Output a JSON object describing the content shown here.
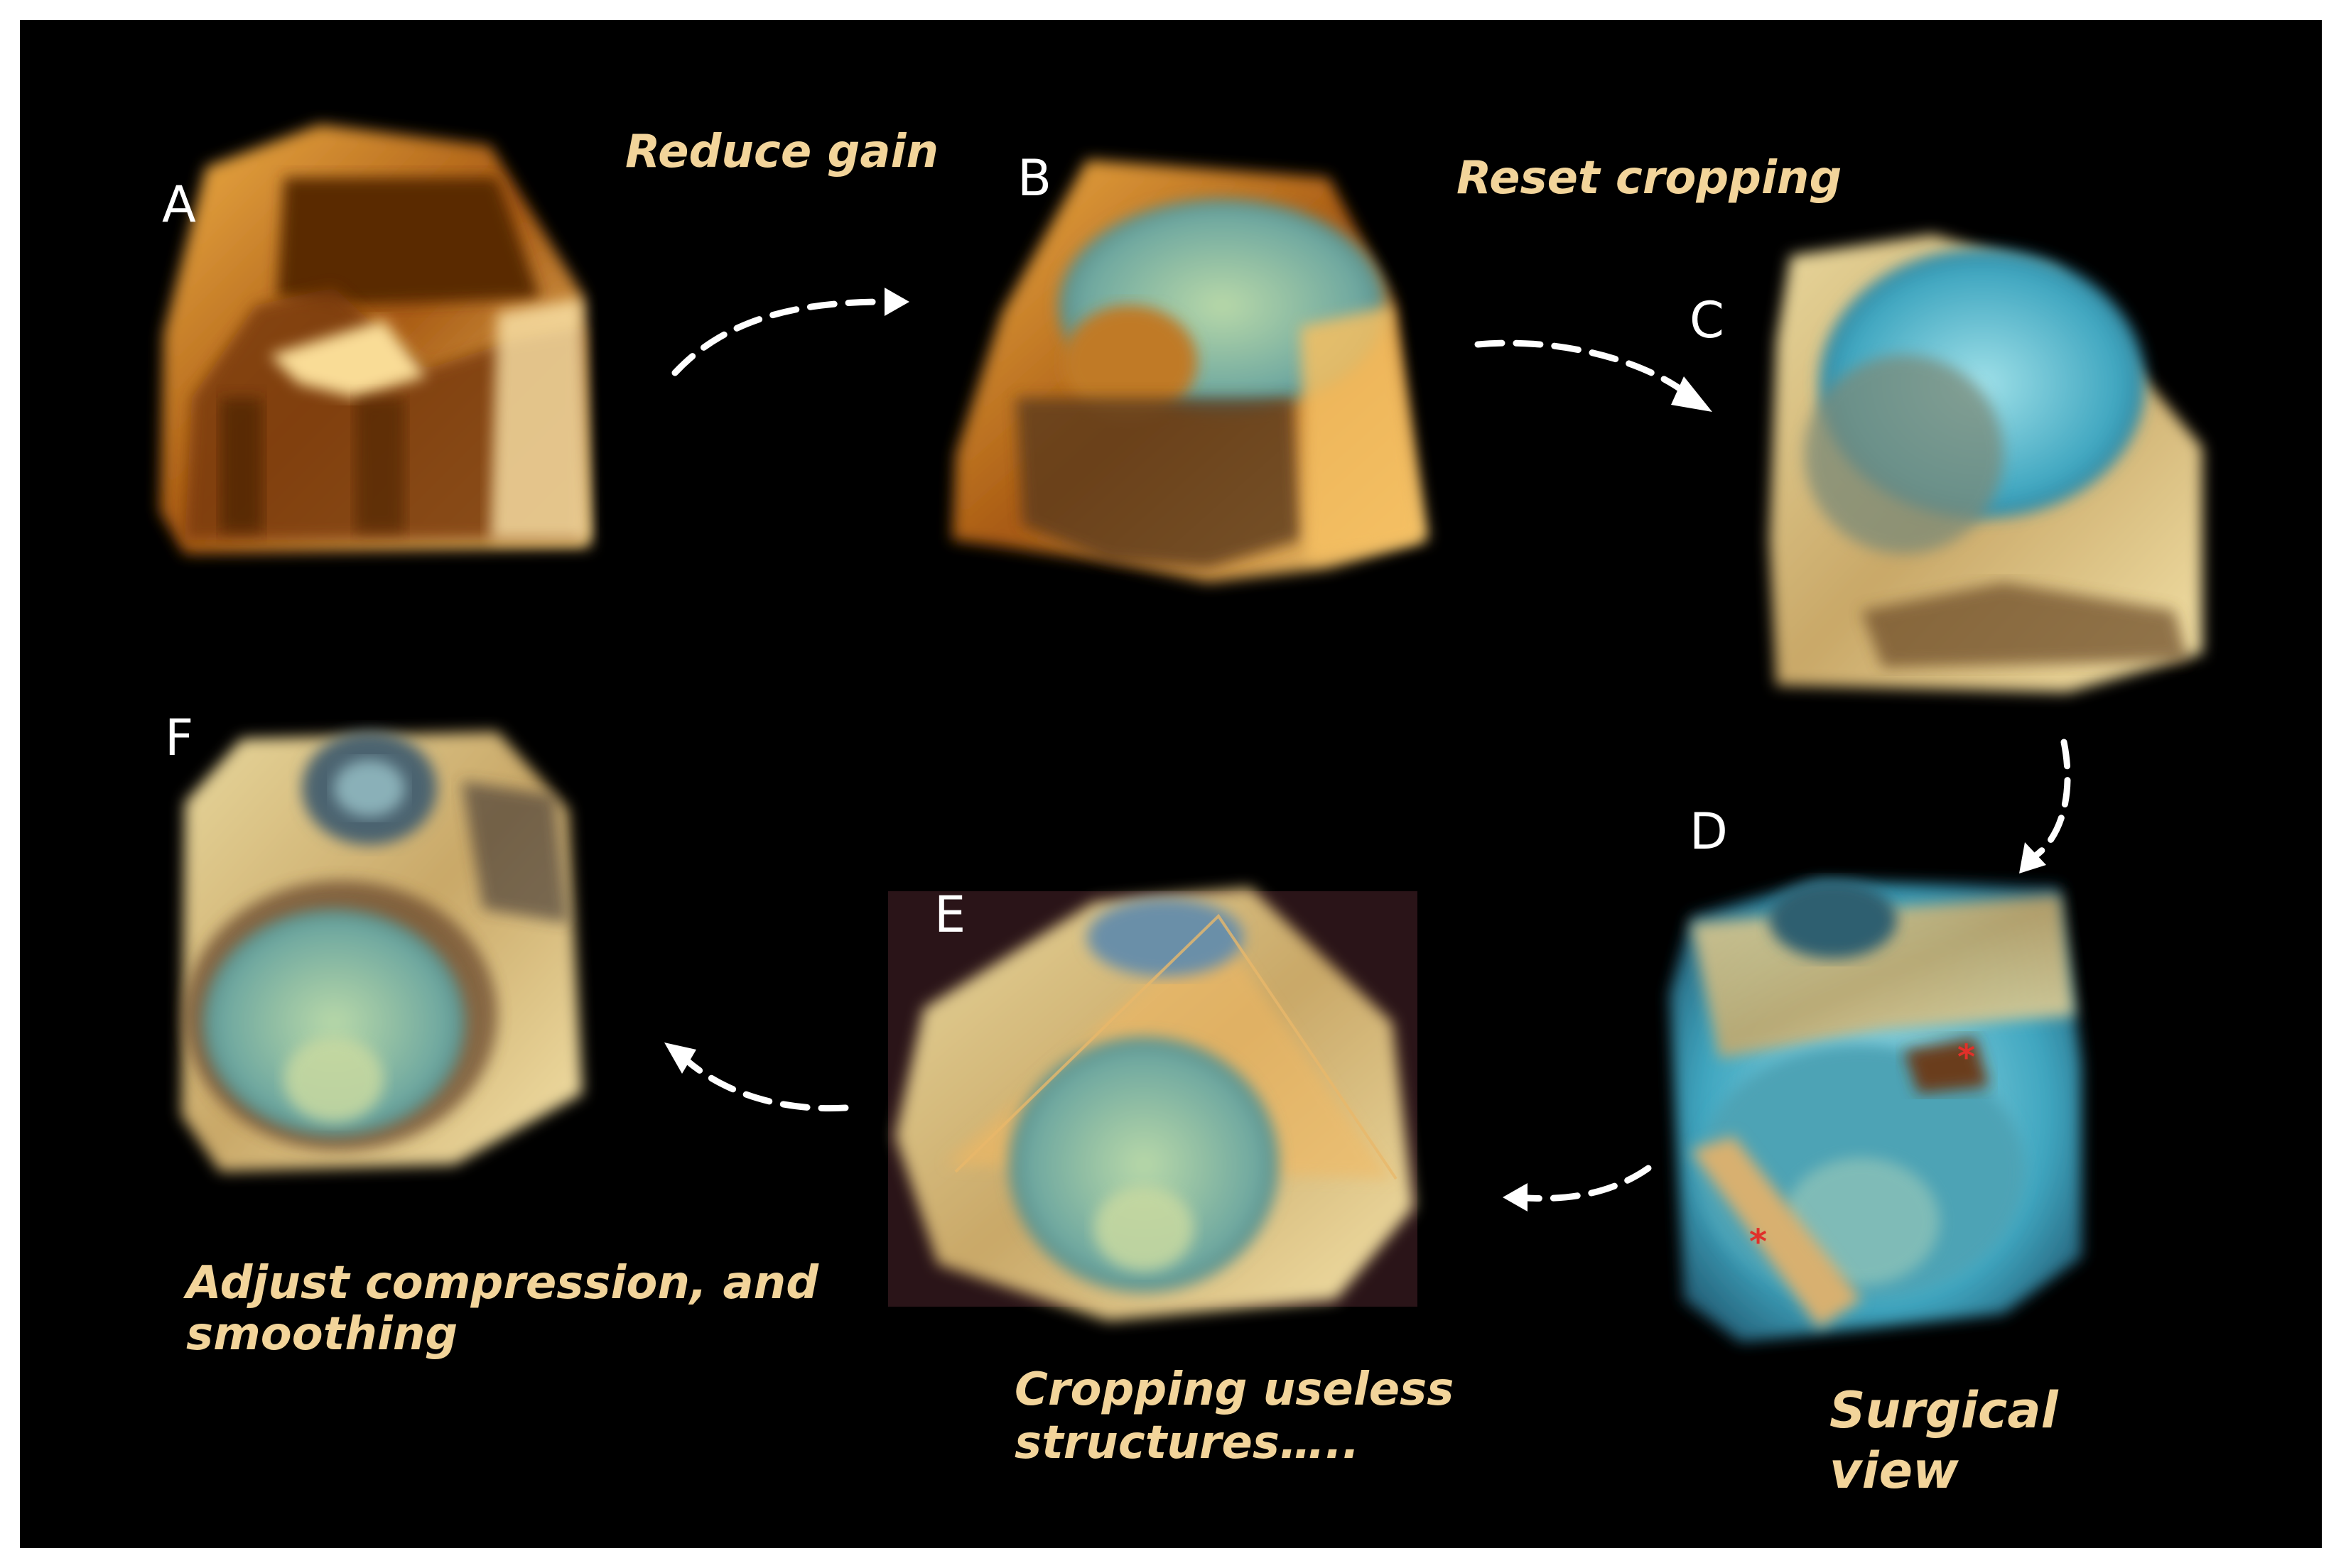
{
  "panels": {
    "a": {
      "label": "A"
    },
    "b": {
      "label": "B"
    },
    "c": {
      "label": "C"
    },
    "d": {
      "label": "D"
    },
    "e": {
      "label": "E"
    },
    "f": {
      "label": "F"
    }
  },
  "steps": {
    "reduce_gain": "Reduce gain",
    "reset_cropping": "Reset cropping",
    "surgical_view_line1": "Surgical",
    "surgical_view_line2": "view",
    "cropping_line1": "Cropping useless",
    "cropping_line2": "structures…..",
    "adjust_line1": "Adjust compression, and",
    "adjust_line2": "smoothing"
  },
  "markers": {
    "asterisk": "*"
  },
  "colors": {
    "background": "#000000",
    "label_text": "#f2d49a",
    "panel_letter": "#ffffff",
    "marker": "#e0302a"
  }
}
